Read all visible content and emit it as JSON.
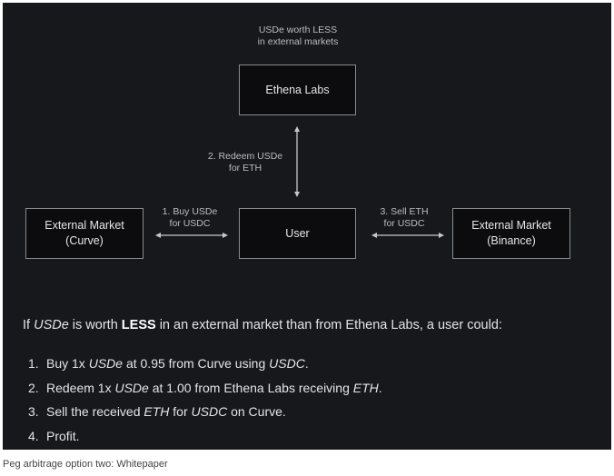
{
  "diagram": {
    "top_note": {
      "line1": "USDe worth LESS",
      "line2": "in external markets"
    },
    "nodes": {
      "ethena": "Ethena Labs",
      "user": "User",
      "curve": {
        "line1": "External Market",
        "line2": "(Curve)"
      },
      "binance": {
        "line1": "External Market",
        "line2": "(Binance)"
      }
    },
    "edges": {
      "redeem": {
        "line1": "2. Redeem USDe",
        "line2": "for ETH"
      },
      "buy": {
        "line1": "1. Buy USDe",
        "line2": "for USDC"
      },
      "sell": {
        "line1": "3. Sell ETH",
        "line2": "for USDC"
      }
    },
    "colors": {
      "background": "#17181c",
      "box_fill": "#0c0c0e",
      "box_border": "#8a8b8f",
      "arrow": "#c8c8c8"
    }
  },
  "text": {
    "intro": {
      "p1": "If ",
      "p2": "USDe",
      "p3": " is worth ",
      "p4": "LESS",
      "p5": " in an external market than from Ethena Labs, a user could:"
    },
    "steps": [
      {
        "num": "1.",
        "parts": [
          "Buy 1x ",
          "USDe",
          " at 0.95 from Curve using ",
          "USDC",
          "."
        ]
      },
      {
        "num": "2.",
        "parts": [
          "Redeem 1x ",
          "USDe",
          " at 1.00 from Ethena Labs receiving ",
          "ETH",
          "."
        ]
      },
      {
        "num": "3.",
        "parts": [
          "Sell the received ",
          "ETH",
          " for ",
          "USDC",
          " on Curve."
        ]
      },
      {
        "num": "4.",
        "parts": [
          "Profit."
        ]
      }
    ]
  },
  "caption": "Peg arbitrage option two: Whitepaper"
}
